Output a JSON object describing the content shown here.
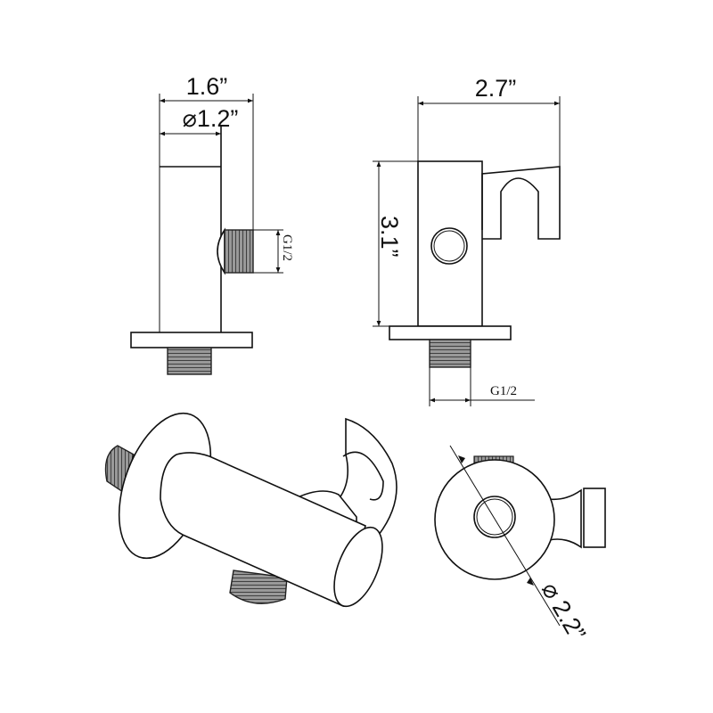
{
  "front_view": {
    "width_label": "1.6”",
    "diameter_label": "⌀1.2”",
    "thread_label": "G1/2"
  },
  "side_view": {
    "width_label": "2.7”",
    "height_label": "3.1”",
    "thread_label": "G1/2"
  },
  "top_view": {
    "diameter_label": "⌀ 2.2”"
  },
  "colors": {
    "line": "#111111",
    "background": "#ffffff",
    "thread": "#777777"
  }
}
